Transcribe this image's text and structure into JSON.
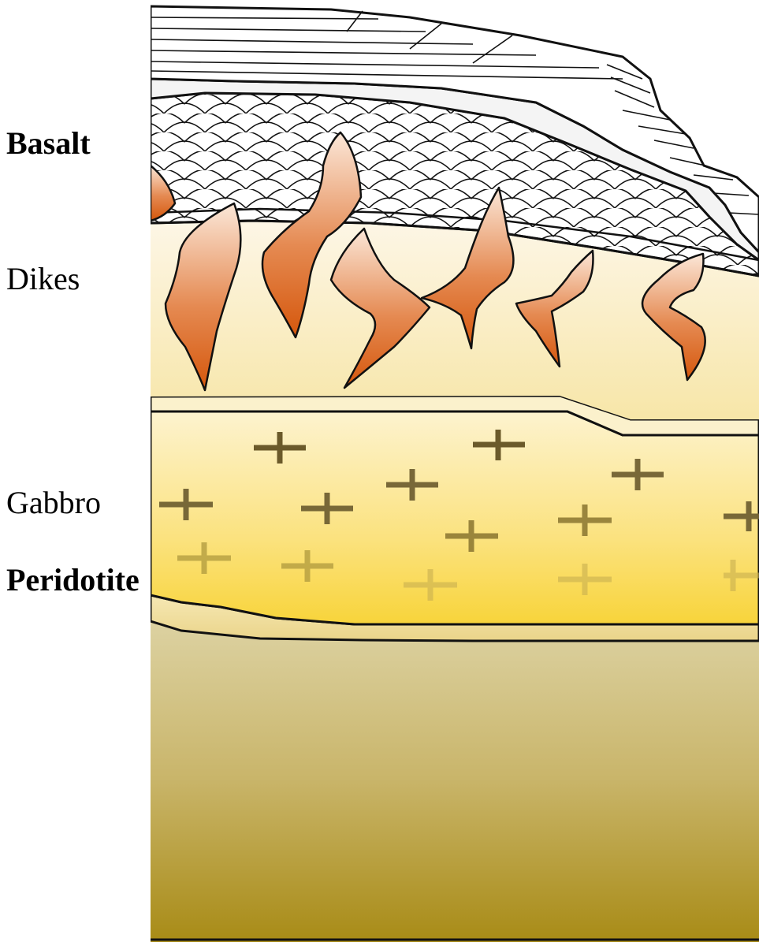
{
  "layers": [
    {
      "id": "basalt",
      "label": "Basalt",
      "bold": true
    },
    {
      "id": "dikes",
      "label": "Dikes",
      "bold": false
    },
    {
      "id": "gabbro",
      "label": "Gabbro",
      "bold": false
    },
    {
      "id": "peridotite",
      "label": "Peridotite",
      "bold": true
    }
  ],
  "colors": {
    "dike_fill": "#d9601a",
    "gabbro_cross": "#6b5a2a",
    "peridotite": "#a88d1a",
    "sediment": "#f4f4f4",
    "outline": "#000000"
  }
}
